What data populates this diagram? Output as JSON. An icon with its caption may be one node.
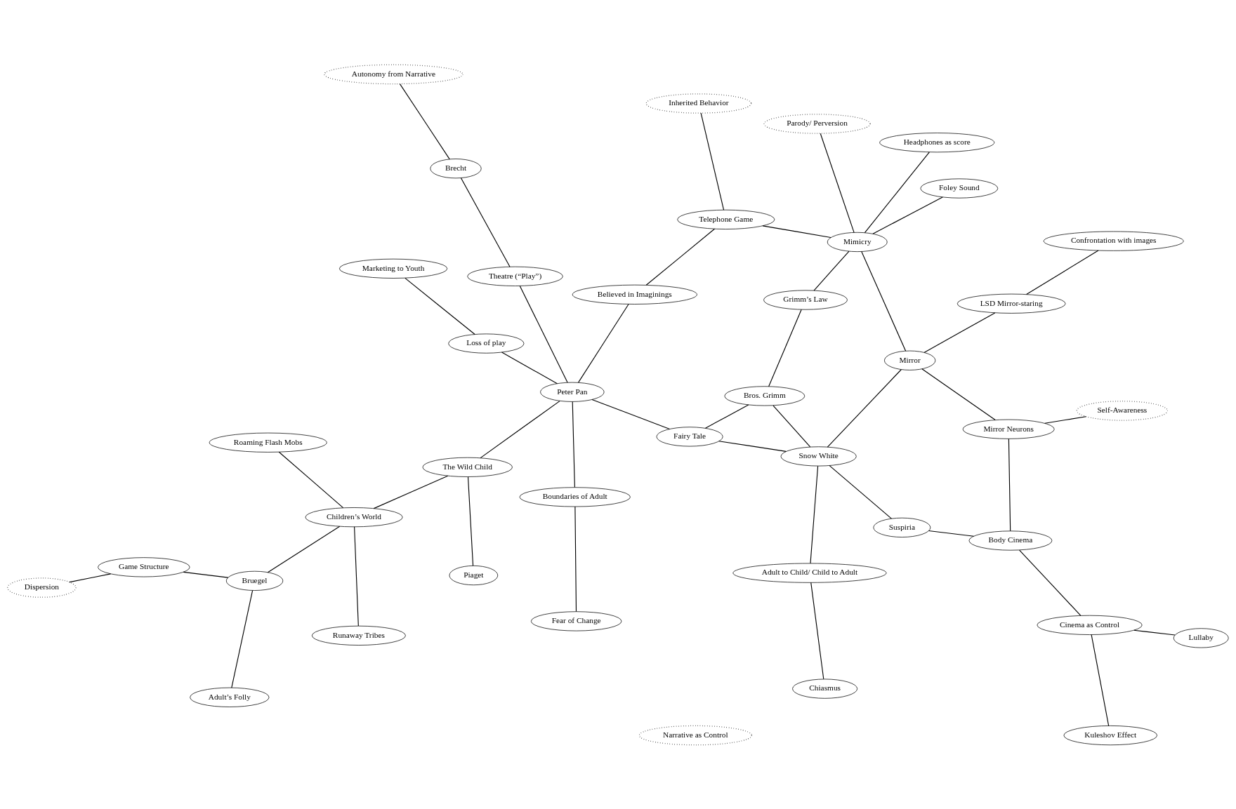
{
  "diagram": {
    "nodes": [
      {
        "text": [
          "Dispersion"
        ]
      },
      {
        "text": [
          "Adult’s Folly"
        ]
      },
      {
        "text": [
          "Game Structure"
        ]
      },
      {
        "text": [
          "Kuleshov Effect"
        ]
      },
      {
        "text": [
          "Chiasmus"
        ]
      },
      {
        "text": [
          "Roaming Flash Mobs"
        ]
      },
      {
        "text": [
          "Bruegel"
        ]
      },
      {
        "text": [
          "Lullaby"
        ]
      },
      {
        "text": [
          "Adult to Child/ Child to Adult"
        ]
      },
      {
        "text": [
          "Narrative as Control"
        ]
      },
      {
        "text": [
          "Runaway Tribes"
        ]
      },
      {
        "text": [
          "Body Cinema"
        ]
      },
      {
        "text": [
          "Cinema as Control"
        ]
      },
      {
        "text": [
          "Suspiria"
        ]
      },
      {
        "text": [
          "Piaget"
        ]
      },
      {
        "text": [
          "Children’s World"
        ]
      },
      {
        "text": [
          "Self-Awareness"
        ]
      },
      {
        "text": [
          "Snow White"
        ]
      },
      {
        "text": [
          "Mirror"
        ]
      },
      {
        "text": [
          "Mirror Neurons"
        ]
      },
      {
        "text": [
          "The Wild Child"
        ]
      },
      {
        "text": [
          "Marketing to Youth"
        ]
      },
      {
        "text": [
          "Peter Pan"
        ]
      },
      {
        "text": [
          "Loss of play"
        ]
      },
      {
        "text": [
          "LSD Mirror-staring"
        ]
      },
      {
        "text": [
          "Fairy Tale"
        ]
      },
      {
        "text": [
          "Bros. Grimm"
        ]
      },
      {
        "text": [
          "Boundaries of Adult"
        ]
      },
      {
        "text": [
          "Theatre (“Play”)"
        ]
      },
      {
        "text": [
          "Believed in Imaginings"
        ]
      },
      {
        "text": [
          "Confrontation with images"
        ]
      },
      {
        "text": [
          "Grimm’s Law"
        ]
      },
      {
        "text": [
          "Mimicry"
        ]
      },
      {
        "text": [
          "Fear of Change"
        ]
      },
      {
        "text": [
          "Brecht"
        ]
      },
      {
        "text": [
          "Foley Sound"
        ]
      },
      {
        "text": [
          "Telephone Game"
        ]
      },
      {
        "text": [
          "Headphones as score"
        ]
      },
      {
        "text": [
          "Autonomy from Narrative"
        ]
      },
      {
        "text": [
          "Inherited Behavior"
        ]
      },
      {
        "text": [
          "Parody/ Perversion"
        ]
      }
    ],
    "edges": [
      {
        "from": 2,
        "to": 0,
        "arrow": "none"
      },
      {
        "from": 6,
        "to": 1,
        "arrow": "none"
      },
      {
        "from": 6,
        "to": 2,
        "arrow": "none"
      },
      {
        "from": 15,
        "to": 5,
        "arrow": "none"
      },
      {
        "from": 15,
        "to": 10,
        "arrow": "none"
      },
      {
        "from": 15,
        "to": 6,
        "arrow": "none"
      },
      {
        "from": 15,
        "to": 20,
        "arrow": "none"
      },
      {
        "from": 20,
        "to": 14,
        "arrow": "none"
      },
      {
        "from": 22,
        "to": 20,
        "arrow": "none"
      },
      {
        "from": 21,
        "to": 23,
        "arrow": "none"
      },
      {
        "from": 23,
        "to": 22,
        "arrow": "none"
      },
      {
        "from": 22,
        "to": 25,
        "arrow": "none"
      },
      {
        "from": 22,
        "to": 28,
        "arrow": "none"
      },
      {
        "from": 22,
        "to": 27,
        "arrow": "none"
      },
      {
        "from": 22,
        "to": 29,
        "arrow": "none"
      },
      {
        "from": 28,
        "to": 34,
        "arrow": "none"
      },
      {
        "from": 34,
        "to": 38,
        "arrow": "none"
      },
      {
        "from": 27,
        "to": 33,
        "arrow": "none"
      },
      {
        "from": 29,
        "to": 36,
        "arrow": "none"
      },
      {
        "from": 36,
        "to": 39,
        "arrow": "none"
      },
      {
        "from": 36,
        "to": 32,
        "arrow": "none"
      },
      {
        "from": 17,
        "to": 8,
        "arrow": "none"
      },
      {
        "from": 8,
        "to": 4,
        "arrow": "none"
      },
      {
        "from": 17,
        "to": 13,
        "arrow": "none"
      },
      {
        "from": 13,
        "to": 11,
        "arrow": "none"
      },
      {
        "from": 11,
        "to": 12,
        "arrow": "none"
      },
      {
        "from": 12,
        "to": 3,
        "arrow": "none"
      },
      {
        "from": 12,
        "to": 7,
        "arrow": "none"
      },
      {
        "from": 11,
        "to": 19,
        "arrow": "none"
      },
      {
        "from": 18,
        "to": 19,
        "arrow": "none"
      },
      {
        "from": 19,
        "to": 16,
        "arrow": "none"
      },
      {
        "from": 17,
        "to": 18,
        "arrow": "none"
      },
      {
        "from": 17,
        "to": 25,
        "arrow": "none"
      },
      {
        "from": 17,
        "to": 26,
        "arrow": "none"
      },
      {
        "from": 25,
        "to": 26,
        "arrow": "none"
      },
      {
        "from": 26,
        "to": 31,
        "arrow": "none"
      },
      {
        "from": 31,
        "to": 32,
        "arrow": "none"
      },
      {
        "from": 18,
        "to": 32,
        "arrow": "none"
      },
      {
        "from": 18,
        "to": 24,
        "arrow": "none"
      },
      {
        "from": 24,
        "to": 30,
        "arrow": "none"
      },
      {
        "from": 32,
        "to": 35,
        "arrow": "none"
      },
      {
        "from": 32,
        "to": 37,
        "arrow": "none"
      },
      {
        "from": 32,
        "to": 40,
        "arrow": "none"
      }
    ]
  }
}
